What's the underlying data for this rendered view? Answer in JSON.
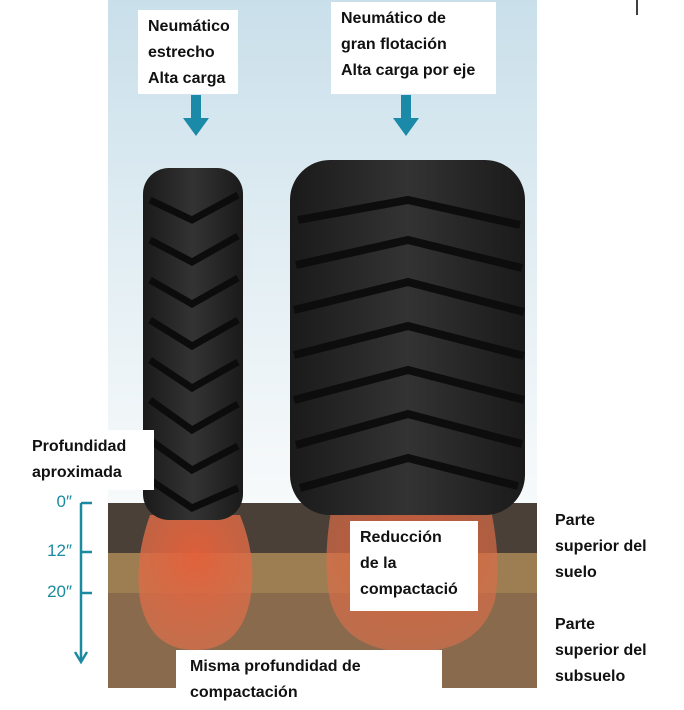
{
  "labels": {
    "narrow_tire": [
      "Neumático",
      "estrecho",
      "Alta carga"
    ],
    "flotation_tire": [
      "Neumático de",
      "gran flotación",
      "Alta carga por eje"
    ],
    "depth_title": [
      "Profundidad",
      "aproximada"
    ],
    "reduction": [
      "Reducción",
      "de la",
      "compactació"
    ],
    "same_depth": [
      "Misma profundidad de",
      "compactación"
    ],
    "topsoil": [
      "Parte",
      "superior del",
      "suelo"
    ],
    "subsoil": [
      "Parte",
      "superior del",
      "subsuelo"
    ]
  },
  "depth_ticks": [
    "0″",
    "12″",
    "20″"
  ],
  "colors": {
    "accent": "#1a8aa0",
    "compaction": "#e0643c",
    "topsoil": "#4a4038",
    "midsoil": "#9c7e52",
    "subsoil": "#8a6a4c"
  }
}
